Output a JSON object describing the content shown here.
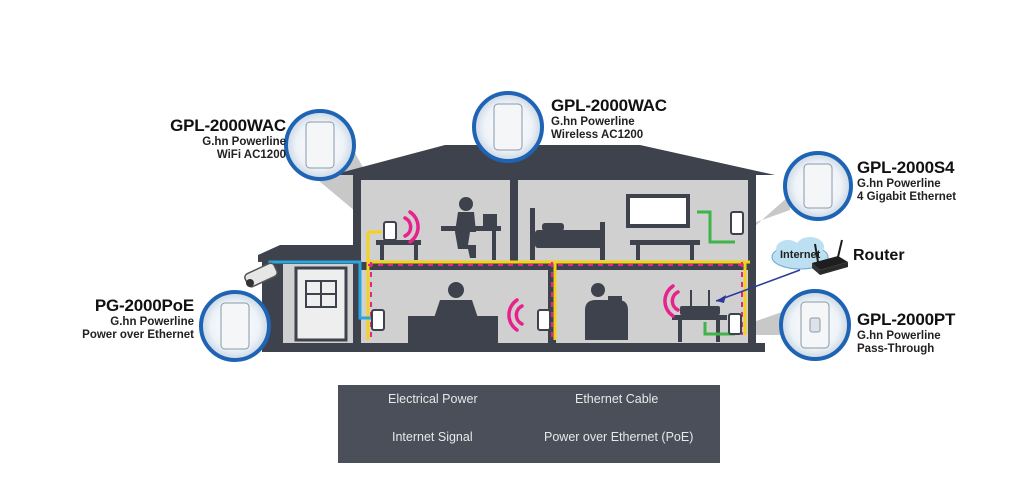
{
  "devices": {
    "upper_left": {
      "name": "GPL-2000WAC",
      "line1": "G.hn Powerline",
      "line2": "WiFi AC1200"
    },
    "upper_center": {
      "name": "GPL-2000WAC",
      "line1": "G.hn Powerline",
      "line2": "Wireless AC1200"
    },
    "upper_right": {
      "name": "GPL-2000S4",
      "line1": "G.hn Powerline",
      "line2": "4 Gigabit Ethernet"
    },
    "lower_left": {
      "name": "PG-2000PoE",
      "line1": "G.hn Powerline",
      "line2": "Power over Ethernet"
    },
    "lower_right": {
      "name": "GPL-2000PT",
      "line1": "G.hn Powerline",
      "line2": "Pass-Through"
    }
  },
  "router_label": "Router",
  "cloud_label": "Internet",
  "legend": {
    "electrical_power": "Electrical Power",
    "ethernet_cable": "Ethernet Cable",
    "internet_signal": "Internet Signal",
    "poe": "Power over Ethernet (PoE)"
  },
  "colors": {
    "house_dark": "#3d424c",
    "room_fill": "#d0d0d0",
    "electrical": "#f5d21a",
    "ethernet": "#3eb549",
    "internet": "#e8228c",
    "poe": "#2aa6df",
    "halo": "#1f64b4"
  }
}
